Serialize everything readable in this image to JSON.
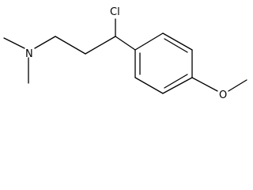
{
  "molecule": {
    "atoms": {
      "cl": {
        "label": "Cl"
      },
      "n": {
        "label": "N"
      },
      "o": {
        "label": "O"
      }
    },
    "colors": {
      "bond": "#000000",
      "label": "#000000",
      "background": "#ffffff"
    }
  }
}
